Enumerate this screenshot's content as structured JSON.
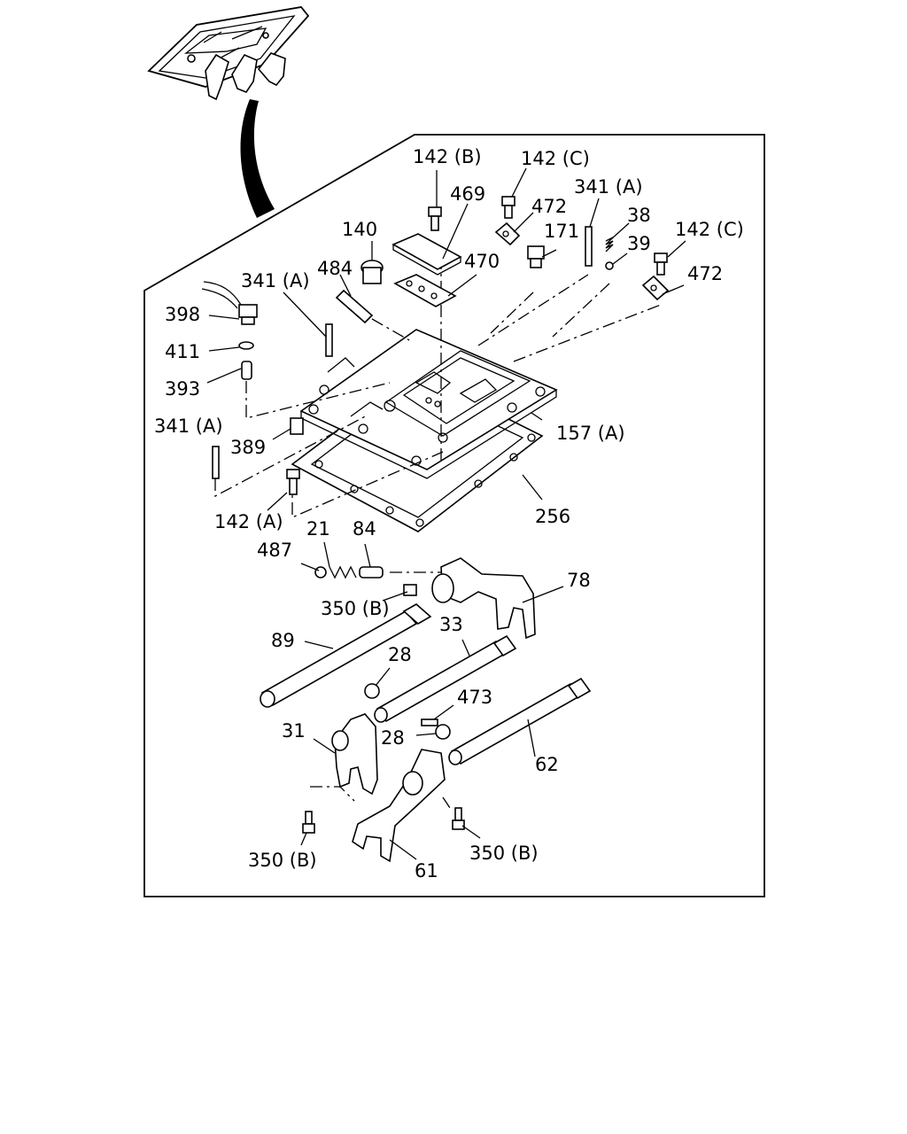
{
  "labels": [
    {
      "id": "142b-top",
      "text": "142 (B)"
    },
    {
      "id": "142c-top",
      "text": "142 (C)"
    },
    {
      "id": "469",
      "text": "469"
    },
    {
      "id": "472-top",
      "text": "472"
    },
    {
      "id": "341a-right",
      "text": "341 (A)"
    },
    {
      "id": "38",
      "text": "38"
    },
    {
      "id": "39",
      "text": "39"
    },
    {
      "id": "142c-right",
      "text": "142 (C)"
    },
    {
      "id": "472-right",
      "text": "472"
    },
    {
      "id": "140",
      "text": "140"
    },
    {
      "id": "171",
      "text": "171"
    },
    {
      "id": "470",
      "text": "470"
    },
    {
      "id": "484",
      "text": "484"
    },
    {
      "id": "341a-left",
      "text": "341 (A)"
    },
    {
      "id": "398",
      "text": "398"
    },
    {
      "id": "411",
      "text": "411"
    },
    {
      "id": "393",
      "text": "393"
    },
    {
      "id": "341a-low",
      "text": "341 (A)"
    },
    {
      "id": "389",
      "text": "389"
    },
    {
      "id": "157a",
      "text": "157 (A)"
    },
    {
      "id": "142a",
      "text": "142 (A)"
    },
    {
      "id": "256",
      "text": "256"
    },
    {
      "id": "21",
      "text": "21"
    },
    {
      "id": "84",
      "text": "84"
    },
    {
      "id": "487",
      "text": "487"
    },
    {
      "id": "78",
      "text": "78"
    },
    {
      "id": "350b-mid",
      "text": "350 (B)"
    },
    {
      "id": "89",
      "text": "89"
    },
    {
      "id": "33",
      "text": "33"
    },
    {
      "id": "28-top",
      "text": "28"
    },
    {
      "id": "473",
      "text": "473"
    },
    {
      "id": "31",
      "text": "31"
    },
    {
      "id": "28-low",
      "text": "28"
    },
    {
      "id": "62",
      "text": "62"
    },
    {
      "id": "350b-left",
      "text": "350 (B)"
    },
    {
      "id": "350b-right",
      "text": "350 (B)"
    },
    {
      "id": "61",
      "text": "61"
    }
  ]
}
